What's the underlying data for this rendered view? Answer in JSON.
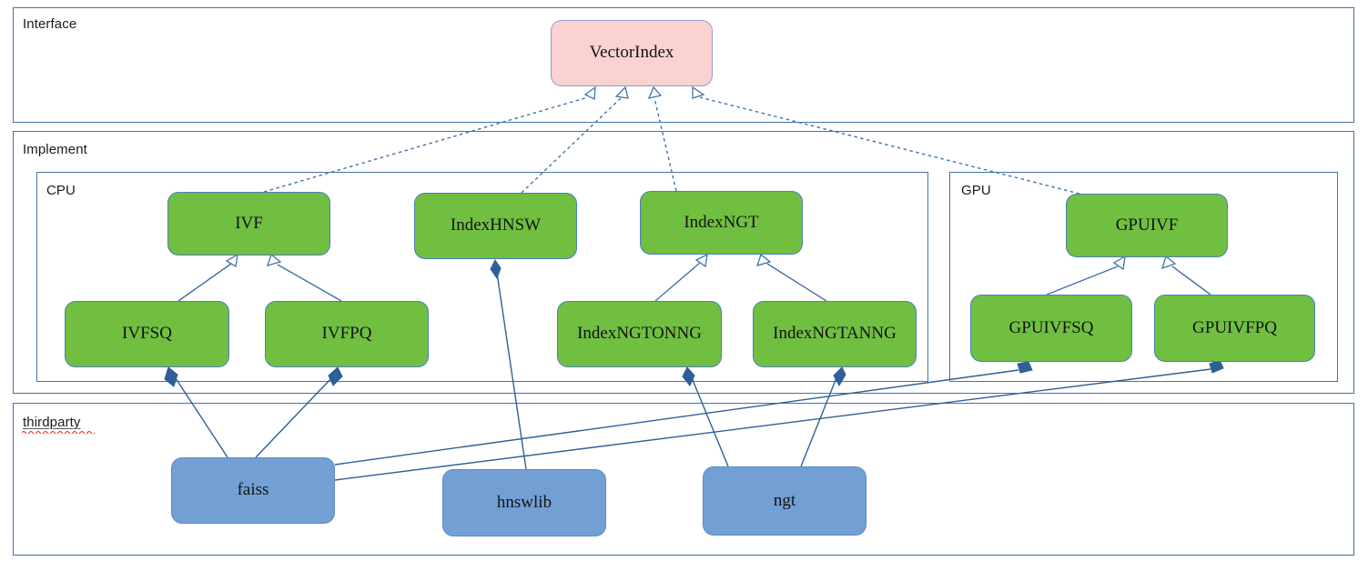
{
  "diagram": {
    "kind": "uml-class-diagram",
    "colors": {
      "interface_fill": "#fad2d2",
      "implement_fill": "#70bf41",
      "thirdparty_fill": "#729fd4",
      "panel_border": "#4472a8",
      "edge_stroke": "#2e6096",
      "background": "#ffffff"
    }
  },
  "panels": {
    "interface": {
      "label": "Interface"
    },
    "implement": {
      "label": "Implement"
    },
    "cpu": {
      "label": "CPU"
    },
    "gpu": {
      "label": "GPU"
    },
    "thirdparty": {
      "label": "thirdparty",
      "misspelled": true
    }
  },
  "nodes": {
    "vectorindex": {
      "label": "VectorIndex",
      "group": "interface"
    },
    "ivf": {
      "label": "IVF",
      "group": "cpu"
    },
    "indexhnsw": {
      "label": "IndexHNSW",
      "group": "cpu"
    },
    "indexngt": {
      "label": "IndexNGT",
      "group": "cpu"
    },
    "ivfsq": {
      "label": "IVFSQ",
      "group": "cpu"
    },
    "ivfpq": {
      "label": "IVFPQ",
      "group": "cpu"
    },
    "indexngtonng": {
      "label": "IndexNGTONNG",
      "group": "cpu"
    },
    "indexngtanng": {
      "label": "IndexNGTANNG",
      "group": "cpu"
    },
    "gpuivf": {
      "label": "GPUIVF",
      "group": "gpu"
    },
    "gpuivfsq": {
      "label": "GPUIVFSQ",
      "group": "gpu"
    },
    "gpuivfpq": {
      "label": "GPUIVFPQ",
      "group": "gpu"
    },
    "faiss": {
      "label": "faiss",
      "group": "thirdparty"
    },
    "hnswlib": {
      "label": "hnswlib",
      "group": "thirdparty"
    },
    "ngt": {
      "label": "ngt",
      "group": "thirdparty"
    }
  },
  "edges": [
    {
      "from": "ivf",
      "to": "vectorindex",
      "type": "realization"
    },
    {
      "from": "indexhnsw",
      "to": "vectorindex",
      "type": "realization"
    },
    {
      "from": "indexngt",
      "to": "vectorindex",
      "type": "realization"
    },
    {
      "from": "gpuivf",
      "to": "vectorindex",
      "type": "realization"
    },
    {
      "from": "ivfsq",
      "to": "ivf",
      "type": "generalization"
    },
    {
      "from": "ivfpq",
      "to": "ivf",
      "type": "generalization"
    },
    {
      "from": "indexngtonng",
      "to": "indexngt",
      "type": "generalization"
    },
    {
      "from": "indexngtanng",
      "to": "indexngt",
      "type": "generalization"
    },
    {
      "from": "gpuivfsq",
      "to": "gpuivf",
      "type": "generalization"
    },
    {
      "from": "gpuivfpq",
      "to": "gpuivf",
      "type": "generalization"
    },
    {
      "from": "faiss",
      "to": "ivfsq",
      "type": "composition"
    },
    {
      "from": "faiss",
      "to": "ivfpq",
      "type": "composition"
    },
    {
      "from": "faiss",
      "to": "gpuivfsq",
      "type": "composition"
    },
    {
      "from": "faiss",
      "to": "gpuivfpq",
      "type": "composition"
    },
    {
      "from": "hnswlib",
      "to": "indexhnsw",
      "type": "composition"
    },
    {
      "from": "ngt",
      "to": "indexngtonng",
      "type": "composition"
    },
    {
      "from": "ngt",
      "to": "indexngtanng",
      "type": "composition"
    }
  ]
}
